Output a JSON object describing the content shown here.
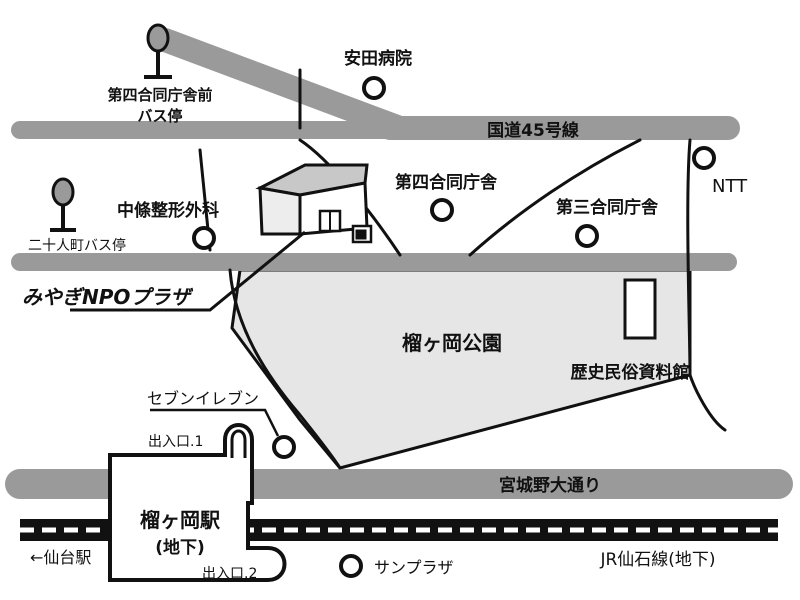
{
  "colors": {
    "road": "#9a9a9a",
    "road_outline": "#777777",
    "park": "#e6e6e6",
    "line": "#111111",
    "background": "#ffffff"
  },
  "icons": {
    "landmark": "circle-marker-icon",
    "bus_stop": "bus-stop-sign-icon",
    "building": "building-3d-icon",
    "rail": "railway-track-icon"
  },
  "roads": {
    "route45": "国道45号線",
    "miyagino_dori": "宮城野大通り"
  },
  "landmarks": {
    "yasuda_hospital": "安田病院",
    "ntt": "NTT",
    "daiyon_godo": "第四合同庁舎",
    "daisan_godo": "第三合同庁舎",
    "nakajo_clinic": "中條整形外科",
    "seven_eleven": "セブンイレブン",
    "sun_plaza": "サンプラザ",
    "history_museum": "歴史民俗資料館"
  },
  "bus_stops": {
    "daiyon_line1": "第四合同庁舎前",
    "daiyon_line2": "バス停",
    "nijuunin": "二十人町バス停"
  },
  "target": {
    "name": "みやぎNPOプラザ"
  },
  "park": {
    "name": "榴ヶ岡公園"
  },
  "station": {
    "name": "榴ヶ岡駅",
    "sub": "(地下)",
    "exit1": "出入口.1",
    "exit2": "出入口.2"
  },
  "railway": {
    "to_sendai": "←仙台駅",
    "line_name": "JR仙石線(地下)"
  }
}
